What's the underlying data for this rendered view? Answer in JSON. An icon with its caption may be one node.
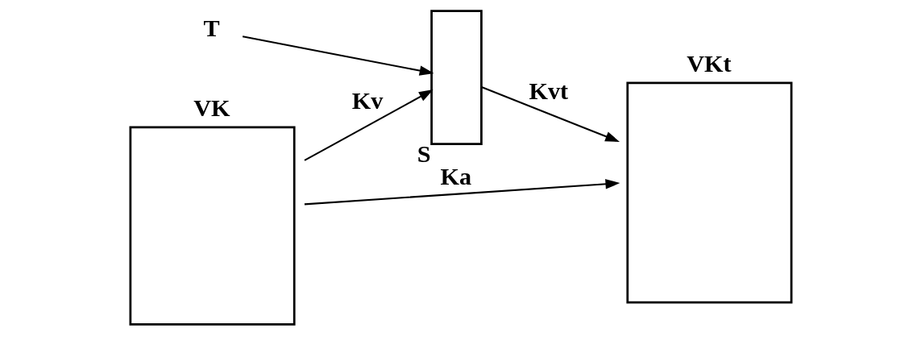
{
  "diagram": {
    "nodes": [
      {
        "text": [
          "T"
        ]
      },
      {
        "text": [
          "VK"
        ]
      },
      {
        "text": [],
        "shape": "box",
        "beside": [
          "S"
        ]
      },
      {
        "text": [
          "VKt"
        ]
      }
    ],
    "edges": [
      {
        "from": 0,
        "to": 2,
        "arrow": "to"
      },
      {
        "from": 1,
        "to": 2,
        "arrow": "to",
        "label": "Kv"
      },
      {
        "from": 2,
        "to": 3,
        "arrow": "to",
        "label": "Kvt"
      },
      {
        "from": 1,
        "to": 3,
        "arrow": "to",
        "label": "Ka"
      }
    ]
  }
}
